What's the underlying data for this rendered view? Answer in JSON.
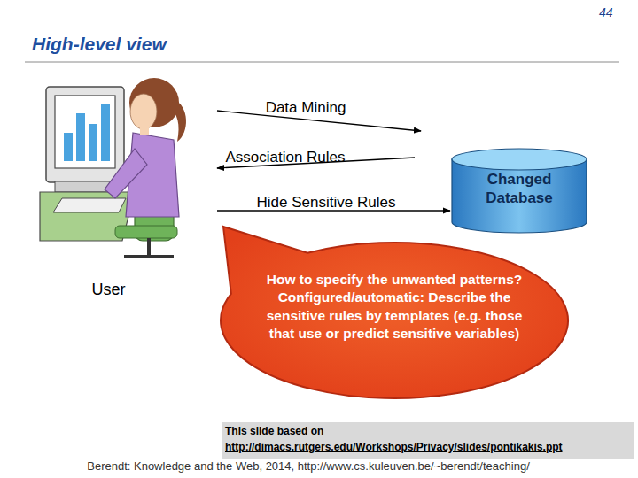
{
  "diagram": {
    "title": "High-level view",
    "nodes": [
      {
        "text": [
          "User"
        ]
      },
      {
        "text": [
          "Changed Database"
        ]
      },
      {
        "text": [
          "How to specify the unwanted patterns? Configured/automatic: Describe the sensitive rules by templates (e.g. those that use or predict sensitive variables)"
        ]
      },
      {
        "text": [
          "This slide based on",
          "http://dimacs.rutgers.edu/Workshops/Privacy/slides/pontikakis.ppt"
        ]
      }
    ],
    "edges": [
      {
        "from": 0,
        "to": 1,
        "label": "Data Mining",
        "arrow": "to"
      },
      {
        "from": 1,
        "to": 0,
        "label": "Association Rules",
        "arrow": "to"
      },
      {
        "from": 0,
        "to": 1,
        "label": "Hide Sensitive Rules",
        "arrow": "to"
      }
    ],
    "labels": [
      "44",
      "Berendt: Knowledge and the Web, 2014, http://www.cs.kuleuven.be/~berendt/teaching/"
    ]
  }
}
